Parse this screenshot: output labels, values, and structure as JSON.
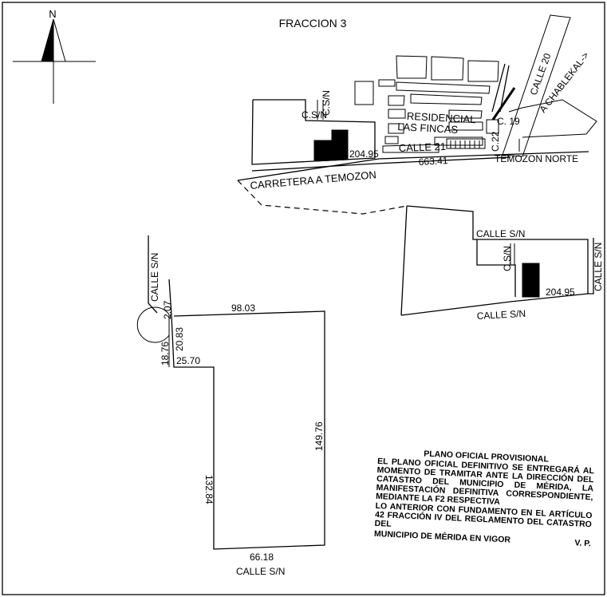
{
  "title": "FRACCION 3",
  "north": "N",
  "labels": {
    "residencial_1": "RESIDENCIAL",
    "residencial_2": "LAS FINCAS",
    "calle_21": "CALLE 21",
    "c19": "C. 19",
    "c22": "C.22",
    "calle_20": "CALLE 20",
    "chablekal": "A CHABLEKAL->",
    "temozon_norte": "TEMOZON NORTE",
    "carretera": "CARRETERA A TEMOZON",
    "csn_top_h": "C.S/N",
    "csn_top_v": "C.S/N",
    "dim_20495_top": "204.95",
    "dim_66341": "663.41",
    "calle_sn_mid_top": "CALLE S/N",
    "csn_mid_v": "C.S/N",
    "calle_sn_mid_right": "CALLE S/N",
    "dim_20495_mid": "204.95",
    "calle_sn_mid_bottom": "CALLE S/N",
    "calle_sn_left": "CALLE S/N",
    "dim_207": "2.07",
    "dim_2083": "20.83",
    "dim_1876": "18.76",
    "dim_2570": "25.70",
    "dim_9803": "98.03",
    "dim_14976": "149.76",
    "dim_13284": "132.84",
    "dim_6618": "66.18",
    "calle_sn_bottom": "CALLE S/N"
  },
  "notes": {
    "title": "PLANO OFICIAL PROVISIONAL",
    "para1": "EL PLANO OFICIAL DEFINITIVO SE ENTREGARÁ AL MOMENTO DE TRAMITAR ANTE LA DIRECCIÓN DEL CATASTRO DEL MUNICIPIO DE MÉRIDA, LA MANIFESTACIÓN DEFINITIVA CORRESPONDIENTE, MEDIANTE LA F2 RESPECTIVA",
    "para2": "LO ANTERIOR CON FUNDAMENTO EN EL ARTÍCULO 42 FRACCIÓN IV DEL REGLAMENTO DEL CATASTRO DEL",
    "para2_last": "MUNICIPIO DE MÉRIDA EN VIGOR",
    "initials": "V. P."
  }
}
